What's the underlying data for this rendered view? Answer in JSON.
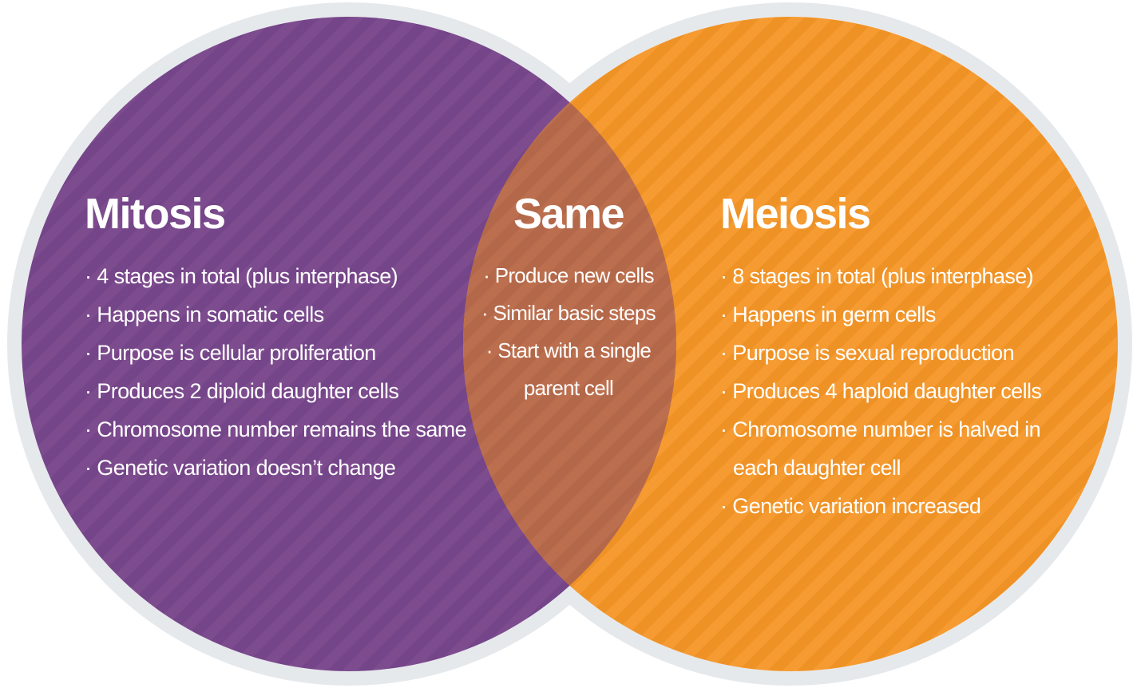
{
  "diagram": {
    "type": "venn",
    "ring_color": "#e6e9ec",
    "background_color": "#ffffff",
    "text_color": "#ffffff",
    "left": {
      "title": "Mitosis",
      "color": "#7d4c8e",
      "stripe_color": "#754589",
      "items": [
        "4 stages in total (plus interphase)",
        "Happens in somatic cells",
        "Purpose is cellular proliferation",
        "Produces 2 diploid daughter cells",
        "Chromosome number remains the same",
        "Genetic variation doesn’t change"
      ]
    },
    "middle": {
      "title": "Same",
      "color": "#bc6f4e",
      "stripe_color": "#b4684a",
      "items": [
        "Produce new cells",
        "Similar basic steps",
        "Start with a single parent cell"
      ]
    },
    "right": {
      "title": "Meiosis",
      "color": "#f59b31",
      "stripe_color": "#ef9226",
      "items": [
        "8 stages in total (plus interphase)",
        "Happens in germ cells",
        "Purpose is sexual reproduction",
        "Produces 4 haploid daughter cells",
        "Chromosome number is halved in each daughter cell",
        "Genetic variation increased"
      ]
    }
  }
}
